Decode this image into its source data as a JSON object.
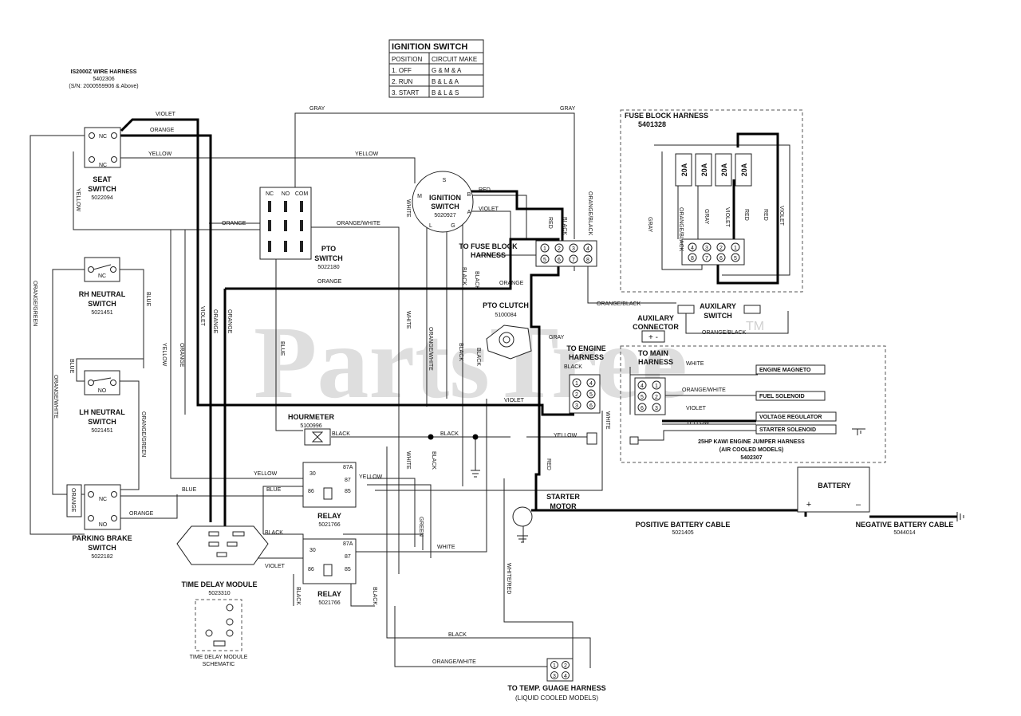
{
  "watermark": {
    "text": "PartsTree",
    "tm": "TM"
  },
  "ignition_table": {
    "title": "IGNITION SWITCH",
    "headers": [
      "POSITION",
      "CIRCUIT MAKE"
    ],
    "rows": [
      [
        "1. OFF",
        "G & M & A"
      ],
      [
        "2. RUN",
        "B & L & A"
      ],
      [
        "3. START",
        "B & L & S"
      ]
    ]
  },
  "harness": {
    "title": "IS2000Z WIRE HARNESS",
    "part": "5402306",
    "sn": "(S/N: 2000559906 & Above)"
  },
  "components": {
    "seat_switch": {
      "name1": "SEAT",
      "name2": "SWITCH",
      "part": "5022094",
      "nc1": "NC",
      "nc2": "NC"
    },
    "rh_neutral": {
      "name1": "RH NEUTRAL",
      "name2": "SWITCH",
      "part": "5021451",
      "nc": "NC"
    },
    "lh_neutral": {
      "name1": "LH NEUTRAL",
      "name2": "SWITCH",
      "part": "5021451",
      "no": "NO"
    },
    "parking_brake": {
      "name1": "PARKING BRAKE",
      "name2": "SWITCH",
      "part": "5022182",
      "nc": "NC",
      "no": "NO"
    },
    "pto_switch": {
      "name1": "PTO",
      "name2": "SWITCH",
      "part": "5022180",
      "t1": "NC",
      "t2": "NO",
      "t3": "COM"
    },
    "ignition_switch": {
      "name1": "IGNITION",
      "name2": "SWITCH",
      "part": "5020927",
      "s": "S",
      "b": "B",
      "a": "A",
      "m": "M",
      "g": "G",
      "l": "L"
    },
    "fuse_block": {
      "title": "FUSE BLOCK HARNESS",
      "part": "5401328",
      "fuses": [
        "20A",
        "20A",
        "20A",
        "20A"
      ]
    },
    "to_fuse_block": {
      "name1": "TO FUSE BLOCK",
      "name2": "HARNESS"
    },
    "pto_clutch": {
      "name": "PTO CLUTCH",
      "part": "5100084"
    },
    "aux_switch": {
      "name1": "AUXILARY",
      "name2": "SWITCH"
    },
    "aux_connector": {
      "name1": "AUXILARY",
      "name2": "CONNECTOR",
      "pins": "+ -"
    },
    "to_engine": {
      "name1": "TO ENGINE",
      "name2": "HARNESS"
    },
    "to_main": {
      "name1": "TO MAIN",
      "name2": "HARNESS"
    },
    "engine_magneto": "ENGINE MAGNETO",
    "fuel_solenoid": "FUEL SOLENOID",
    "voltage_regulator": "VOLTAGE REGULATOR",
    "starter_solenoid": "STARTER SOLENOID",
    "jumper": {
      "name1": "25HP KAWI ENGINE JUMPER HARNESS",
      "name2": "(AIR COOLED MODELS)",
      "part": "5402307"
    },
    "hourmeter": {
      "name": "HOURMETER",
      "part": "5100996"
    },
    "relay1": {
      "name": "RELAY",
      "part": "5021766",
      "p30": "30",
      "p87a": "87A",
      "p87": "87",
      "p86": "86",
      "p85": "85"
    },
    "relay2": {
      "name": "RELAY",
      "part": "5021766",
      "p30": "30",
      "p87a": "87A",
      "p87": "87",
      "p86": "86",
      "p85": "85"
    },
    "time_delay": {
      "name": "TIME DELAY MODULE",
      "part": "5023310",
      "schem1": "TIME DELAY MODULE",
      "schem2": "SCHEMATIC"
    },
    "battery": {
      "name": "BATTERY",
      "plus": "+",
      "minus": "–"
    },
    "starter_motor": {
      "name1": "STARTER",
      "name2": "MOTOR"
    },
    "pos_cable": {
      "name": "POSITIVE BATTERY CABLE",
      "part": "5021405"
    },
    "neg_cable": {
      "name": "NEGATIVE BATTERY CABLE",
      "part": "5044014"
    },
    "temp_gauge": {
      "name1": "TO TEMP. GUAGE HARNESS",
      "name2": "(LIQUID COOLED MODELS)"
    }
  },
  "wire_labels": {
    "violet": "VIOLET",
    "orange": "ORANGE",
    "yellow": "YELLOW",
    "gray": "GRAY",
    "blue": "BLUE",
    "black": "BLACK",
    "white": "WHITE",
    "red": "RED",
    "green": "GREEN",
    "orange_white": "ORANGE/WHITE",
    "orange_black": "ORANGE/BLACK",
    "orange_green": "ORANGE/GREEN",
    "white_red": "WHITE/RED"
  },
  "pin_numbers": {
    "p1": "1",
    "p2": "2",
    "p3": "3",
    "p4": "4",
    "p5": "5",
    "p6": "6",
    "p7": "7",
    "p8": "8"
  }
}
